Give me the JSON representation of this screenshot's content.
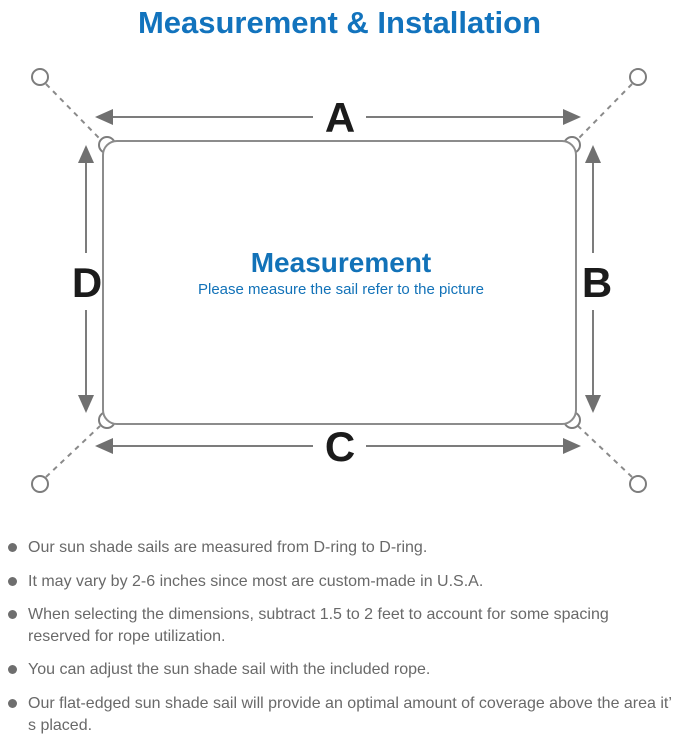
{
  "title": "Measurement & Installation",
  "diagram": {
    "labels": {
      "top": "A",
      "right": "B",
      "bottom": "C",
      "left": "D"
    },
    "center_title": "Measurement",
    "center_subtitle": "Please measure the sail refer to the picture"
  },
  "colors": {
    "accent_blue": "#1273bd",
    "line_gray": "#8a8a8a",
    "arrow_gray": "#707070",
    "label_black": "#1b1b1b",
    "bullet_text_gray": "#696969"
  },
  "bullets": [
    "Our sun shade sails are measured from D-ring to D-ring.",
    "It may vary by 2-6 inches since most are custom-made in U.S.A.",
    "When selecting the dimensions, subtract 1.5 to 2 feet to account for some spacing reserved for rope utilization.",
    "You can adjust the sun shade sail with the included rope.",
    "Our flat-edged sun shade sail will provide an optimal amount of coverage above the area it’ s placed."
  ]
}
